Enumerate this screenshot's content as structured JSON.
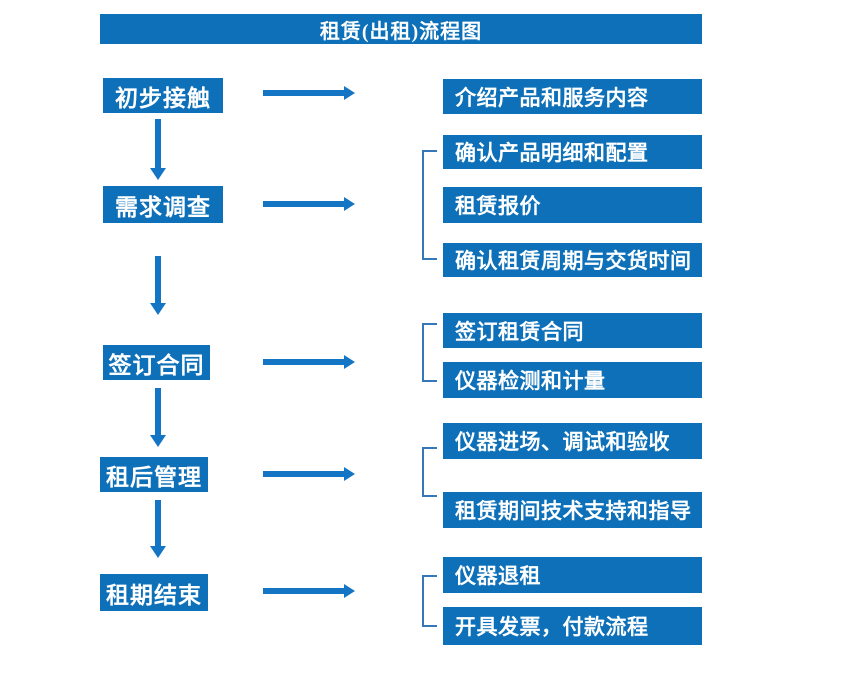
{
  "colors": {
    "box_blue": "#0d70b8",
    "arrow_blue": "#1575c5",
    "bracket_blue": "#3577b9",
    "text_white": "#ffffff"
  },
  "flow": {
    "title": "租赁(出租)流程图",
    "steps": [
      {
        "label": "初步接触",
        "details": [
          "介绍产品和服务内容"
        ]
      },
      {
        "label": "需求调查",
        "details": [
          "确认产品明细和配置",
          "租赁报价",
          "确认租赁周期与交货时间"
        ]
      },
      {
        "label": "签订合同",
        "details": [
          "签订租赁合同",
          "仪器检测和计量"
        ]
      },
      {
        "label": "租后管理",
        "details": [
          "仪器进场、调试和验收",
          "租赁期间技术支持和指导"
        ]
      },
      {
        "label": "租期结束",
        "details": [
          "仪器退租",
          "开具发票，付款流程"
        ]
      }
    ]
  }
}
